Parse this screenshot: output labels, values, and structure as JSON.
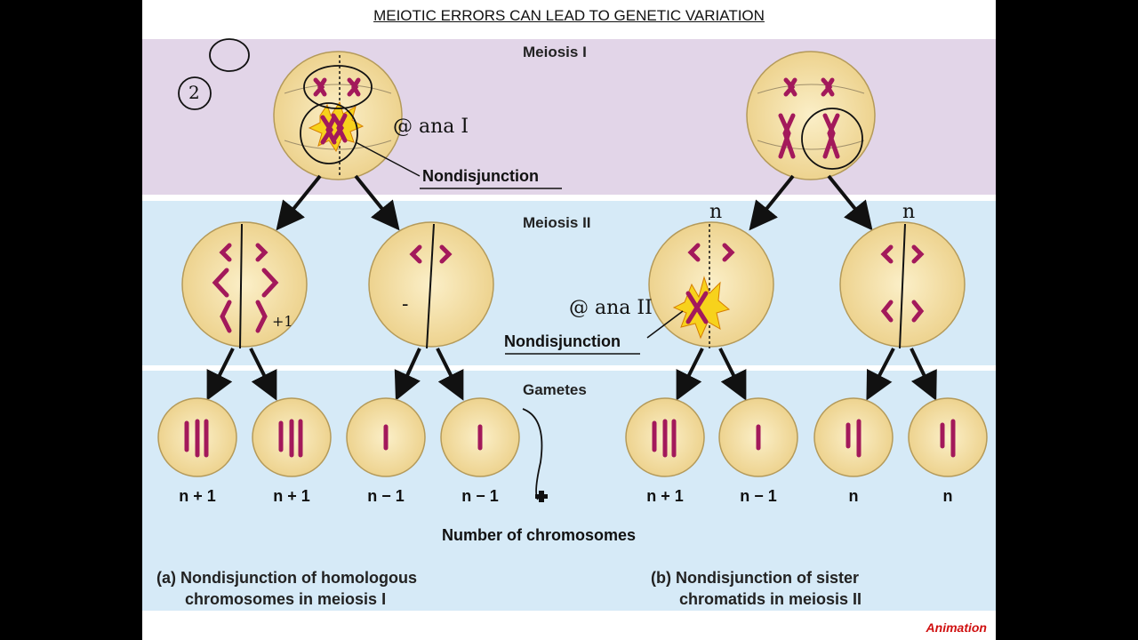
{
  "title": "MEIOTIC ERRORS CAN LEAD TO GENETIC VARIATION",
  "sections": {
    "meiosis1": "Meiosis I",
    "meiosis2": "Meiosis II",
    "gametes": "Gametes"
  },
  "labels": {
    "nondisjunction_a": "Nondisjunction",
    "nondisjunction_b": "Nondisjunction",
    "number_of_chromosomes": "Number of chromosomes"
  },
  "gamete_counts": {
    "a": [
      "n + 1",
      "n + 1",
      "n − 1",
      "n − 1"
    ],
    "b": [
      "n + 1",
      "n − 1",
      "n",
      "n"
    ]
  },
  "handwriting": {
    "ana1": "@ ana I",
    "ana2": "@ ana II",
    "plus1": "+1",
    "minus": "-",
    "n_left": "n",
    "n_right": "n",
    "circled2": "2"
  },
  "captions": {
    "a_line1": "(a) Nondisjunction of homologous",
    "a_line2": "chromosomes in meiosis I",
    "b_line1": "(b) Nondisjunction of sister",
    "b_line2": "chromatids in meiosis II"
  },
  "animation_label": "Animation",
  "colors": {
    "meiosis1_band": "#e2d5e8",
    "meiosis2_band": "#d6eaf7",
    "cell_fill": "#f5e2ae",
    "chromosome": "#a3195b",
    "burst": "#f7d21c"
  }
}
